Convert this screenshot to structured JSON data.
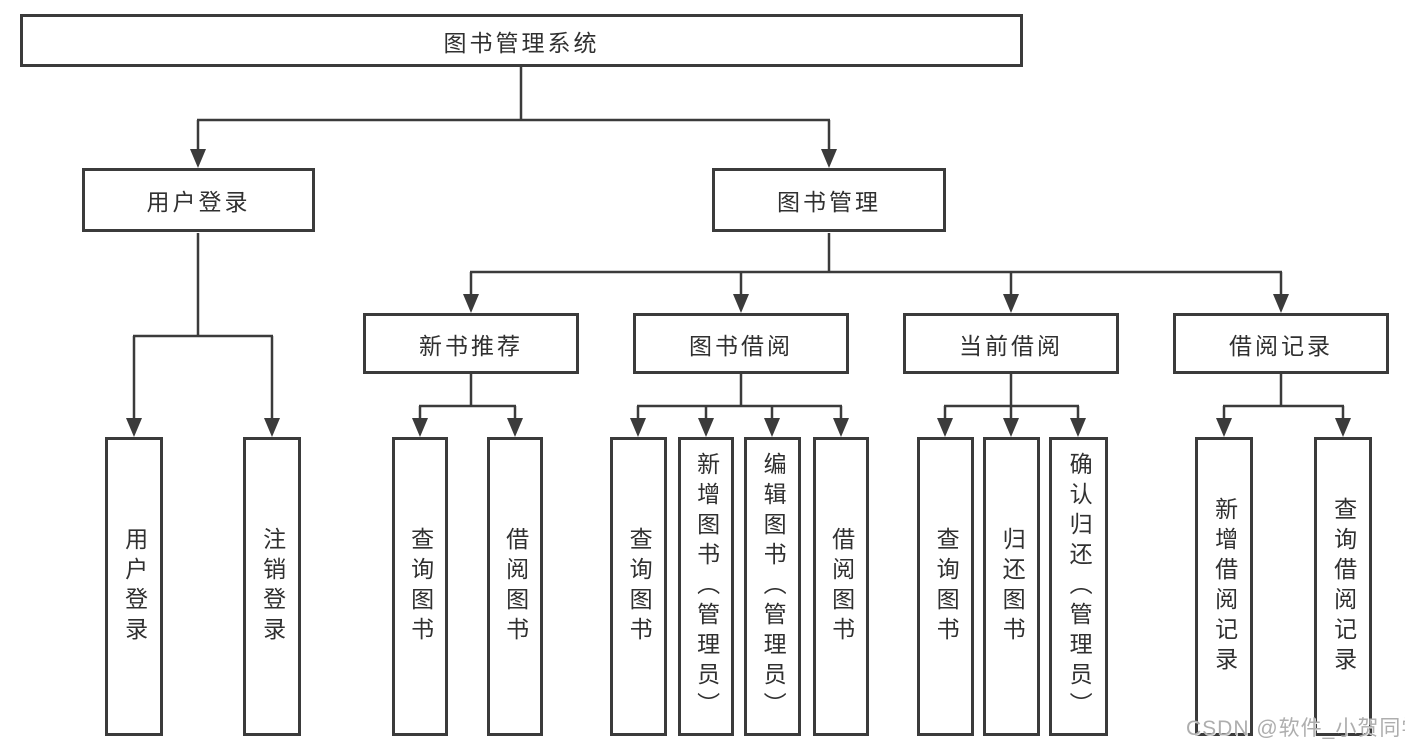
{
  "diagram": {
    "root": {
      "label": "图书管理系统"
    },
    "level2": [
      {
        "label": "用户登录"
      },
      {
        "label": "图书管理"
      }
    ],
    "level3": [
      {
        "label": "新书推荐"
      },
      {
        "label": "图书借阅"
      },
      {
        "label": "当前借阅"
      },
      {
        "label": "借阅记录"
      }
    ],
    "leaves": {
      "user_login": [
        {
          "label": "用户登录"
        },
        {
          "label": "注销登录"
        }
      ],
      "new_books": [
        {
          "label": "查询图书"
        },
        {
          "label": "借阅图书"
        }
      ],
      "book_borrow": [
        {
          "label": "查询图书"
        },
        {
          "label": "新增图书（管理员）"
        },
        {
          "label": "编辑图书（管理员）"
        },
        {
          "label": "借阅图书"
        }
      ],
      "current_borrow": [
        {
          "label": "查询图书"
        },
        {
          "label": "归还图书"
        },
        {
          "label": "确认归还（管理员）"
        }
      ],
      "borrow_records": [
        {
          "label": "新增借阅记录"
        },
        {
          "label": "查询借阅记录"
        }
      ]
    }
  },
  "watermark": {
    "text": "CSDN @软件_小贺同学"
  },
  "colors": {
    "line": "#3b3b3b",
    "text": "#303030",
    "watermark": "#aeaeae",
    "background": "#ffffff"
  }
}
